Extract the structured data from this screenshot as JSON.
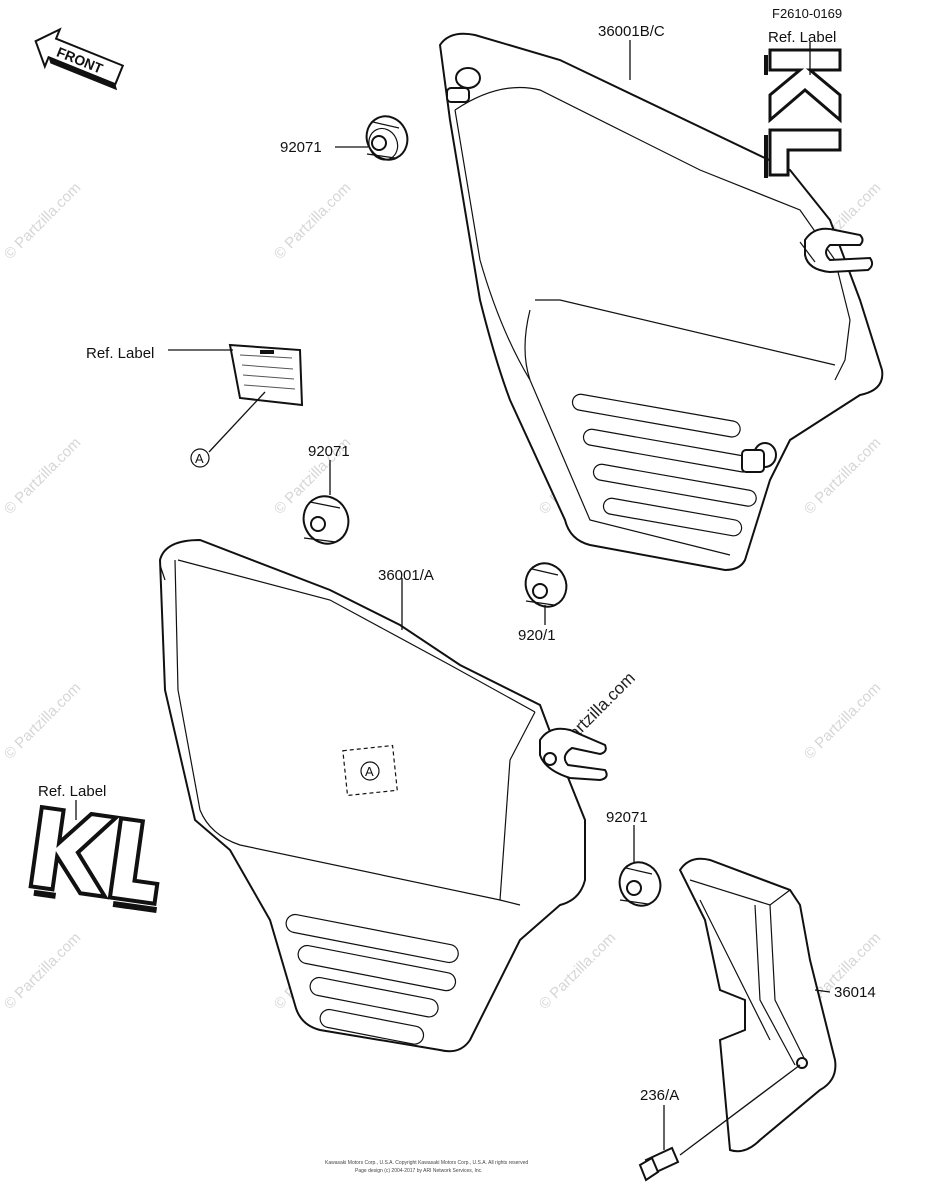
{
  "figure_code": "F2610-0169",
  "front_arrow": {
    "text": "FRONT",
    "icon": "front-arrow-icon"
  },
  "labels": {
    "side_cover_right": "36001B/C",
    "side_cover_left": "36001/A",
    "grommet_1": "92071",
    "grommet_2": "92071",
    "grommet_3": "920/1",
    "grommet_4": "92071",
    "chain_guard": "36014",
    "bolt": "236/A",
    "ref_label_top": "Ref. Label",
    "ref_label_middle": "Ref. Label",
    "ref_label_bottom": "Ref. Label",
    "callout_a_outer": "A",
    "callout_a_cover": "A"
  },
  "watermark": "© Partzilla.com",
  "footer": {
    "line1": "Kawasaki Motors Corp., U.S.A. Copyright Kawasaki Motors Corp., U.S.A. All rights reserved",
    "line2": "Page design (c) 2004-2017 by ARI Network Services, Inc."
  }
}
